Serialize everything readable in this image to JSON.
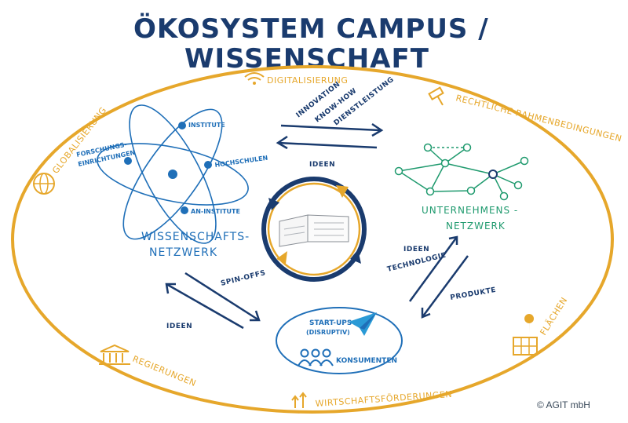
{
  "title": {
    "line1": "ÖKOSYSTEM CAMPUS /",
    "line2": "WISSENSCHAFT"
  },
  "outer_topics": {
    "digitalisierung": "DIGITALISIERUNG",
    "rechtliche": "RECHTLICHE RAHMENBEDINGUNGEN",
    "globalisierung": "GLOBALISIERUNG",
    "flaechen": "FLÄCHEN",
    "regierungen": "REGIERUNGEN",
    "wirtschaftsfoerderungen": "WIRTSCHAFTSFÖRDERUNGEN"
  },
  "atom": {
    "institute": "INSTITUTE",
    "forschung": "FORSCHUNGS-",
    "einrichtungen": "EINRICHTUNGEN",
    "hochschulen": "HOCHSCHULEN",
    "an_institute": "AN-INSTITUTE"
  },
  "wissenschaft": {
    "line1": "WISSENSCHAFTS-",
    "line2": "NETZWERK"
  },
  "unternehmen": {
    "line1": "UNTERNEHMENS -",
    "line2": "NETZWERK"
  },
  "arrows_top": {
    "innovation": "INNOVATION",
    "knowhow": "KNOW-HOW",
    "dienstleistung": "DIENSTLEISTUNG",
    "ideen": "IDEEN"
  },
  "arrows_left": {
    "spinoffs": "SPIN-OFFS",
    "ideen": "IDEEN"
  },
  "arrows_right": {
    "ideen": "IDEEN",
    "technologie": "TECHNOLOGIE",
    "produkte": "PRODUKTE"
  },
  "startups": {
    "line1": "START-UPS",
    "line2": "(DISRUPTIV)",
    "konsumenten": "KONSUMENTEN"
  },
  "copyright": "© AGIT mbH",
  "colors": {
    "navy": "#1a3b6e",
    "blue": "#1f6fb8",
    "gold": "#e6a72b",
    "green": "#1f9a6e"
  }
}
